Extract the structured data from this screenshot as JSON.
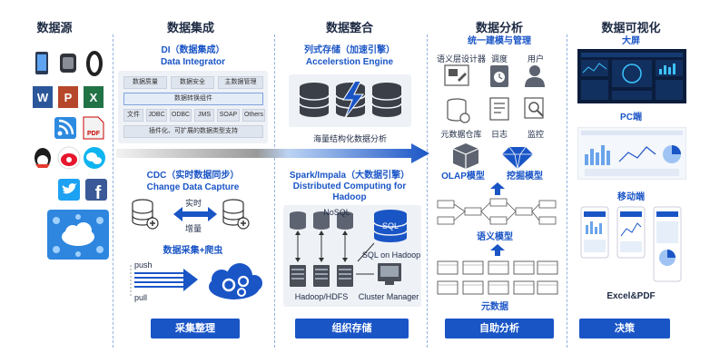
{
  "columns": {
    "sources": {
      "title": "数据源",
      "button": ""
    },
    "integration": {
      "title": "数据集成",
      "button": "采集整理"
    },
    "consolidation": {
      "title": "数据整合",
      "button": "组织存储"
    },
    "analysis": {
      "title": "数据分析",
      "button": "自助分析"
    },
    "visualization": {
      "title": "数据可视化",
      "button": "决策"
    }
  },
  "integration": {
    "di_title_cn": "DI（数据集成）",
    "di_title_en": "Data Integrator",
    "di_row1": [
      "数据质量",
      "数据安全",
      "主数据管理"
    ],
    "di_row2": "数据转换组件",
    "di_row3": [
      "文件",
      "JDBC",
      "ODBC",
      "JMS",
      "SOAP",
      "Others"
    ],
    "di_row4": "插件化、可扩展的数据类型支持",
    "cdc_title_cn": "CDC（实时数据同步）",
    "cdc_title_en": "Change Data Capture",
    "cdc_realtime": "实时",
    "cdc_incremental": "增量",
    "crawl_title": "数据采集+爬虫",
    "push_label": "push",
    "pull_label": "pull"
  },
  "consolidation": {
    "storage_title_cn": "列式存储（加速引擎）",
    "storage_title_en": "Accelerstion Engine",
    "storage_caption": "海量结构化数据分析",
    "spark_title_cn": "Spark/Impala（大数据引擎）",
    "spark_title_en_1": "Distributed Computing for",
    "spark_title_en_2": "Hadoop",
    "nosql_label": "NoSQL",
    "sql_label": "SQL",
    "sql_on_hadoop": "SQL on Hadoop",
    "hadoop_label": "Hadoop/HDFS",
    "cluster_label": "Cluster Manager"
  },
  "analysis": {
    "unified_title": "统一建模与管理",
    "designer": "语义层设计器",
    "schedule": "调度",
    "user": "用户",
    "meta_repo": "元数据仓库",
    "log": "日志",
    "monitor": "监控",
    "olap": "OLAP模型",
    "mining": "挖掘模型",
    "semantic": "语义模型",
    "metadata": "元数据"
  },
  "visualization": {
    "bigscreen": "大屏",
    "pc": "PC端",
    "mobile": "移动端",
    "excel": "Excel&PDF"
  },
  "colors": {
    "accent": "#1a55c6",
    "title": "#1d2a44",
    "divider": "#8fb0e0",
    "panel": "#eef1f6"
  }
}
